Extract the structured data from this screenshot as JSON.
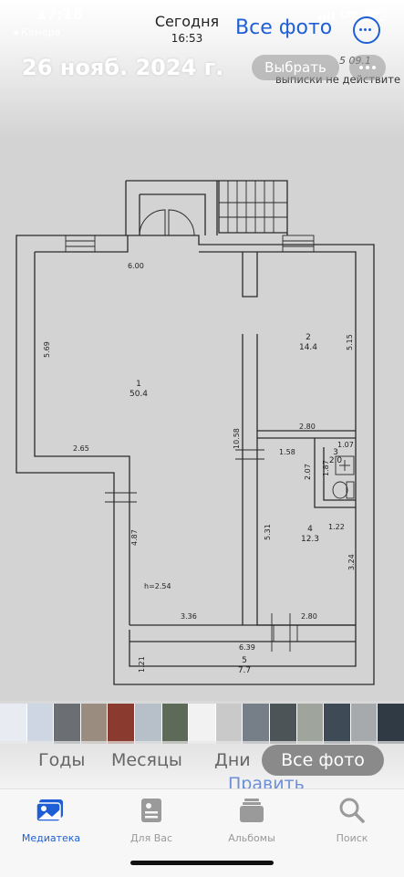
{
  "status": {
    "time": "17:18",
    "back_label": "Камера",
    "network": "LTE"
  },
  "header": {
    "title": "Сегодня",
    "subtitle": "16:53",
    "all_photos": "Все фото"
  },
  "photo_info": {
    "date": "26 нояб. 2024 г.",
    "select_label": "Выбрать",
    "doc_text": "выписки не действите",
    "doc_text_top": "5  09.1"
  },
  "plan": {
    "dims": [
      "6.00",
      "5.69",
      "2.65",
      "4.87",
      "3.36",
      "h=2.54",
      "10.58",
      "5.15",
      "2.80",
      "1.58",
      "1.07",
      "1.87",
      "2.07",
      "5.31",
      "1.22",
      "3.24",
      "2.80",
      "6.39",
      "1.21"
    ],
    "rooms": [
      {
        "num": "1",
        "area": "50.4"
      },
      {
        "num": "2",
        "area": "14.4"
      },
      {
        "num": "3",
        "area": "2.0"
      },
      {
        "num": "4",
        "area": "12.3"
      },
      {
        "num": "5",
        "area": "7.7"
      }
    ]
  },
  "segments": [
    "Годы",
    "Месяцы",
    "Дни",
    "Все фото"
  ],
  "ghost": {
    "edit": "Править"
  },
  "tabs": [
    {
      "label": "Медиатека",
      "icon": "photo-library-icon"
    },
    {
      "label": "Для Вас",
      "icon": "for-you-icon"
    },
    {
      "label": "Альбомы",
      "icon": "albums-icon"
    },
    {
      "label": "Поиск",
      "icon": "search-icon"
    }
  ],
  "colors": {
    "accent": "#1f5fd6",
    "paper": "#d4d3d4"
  }
}
